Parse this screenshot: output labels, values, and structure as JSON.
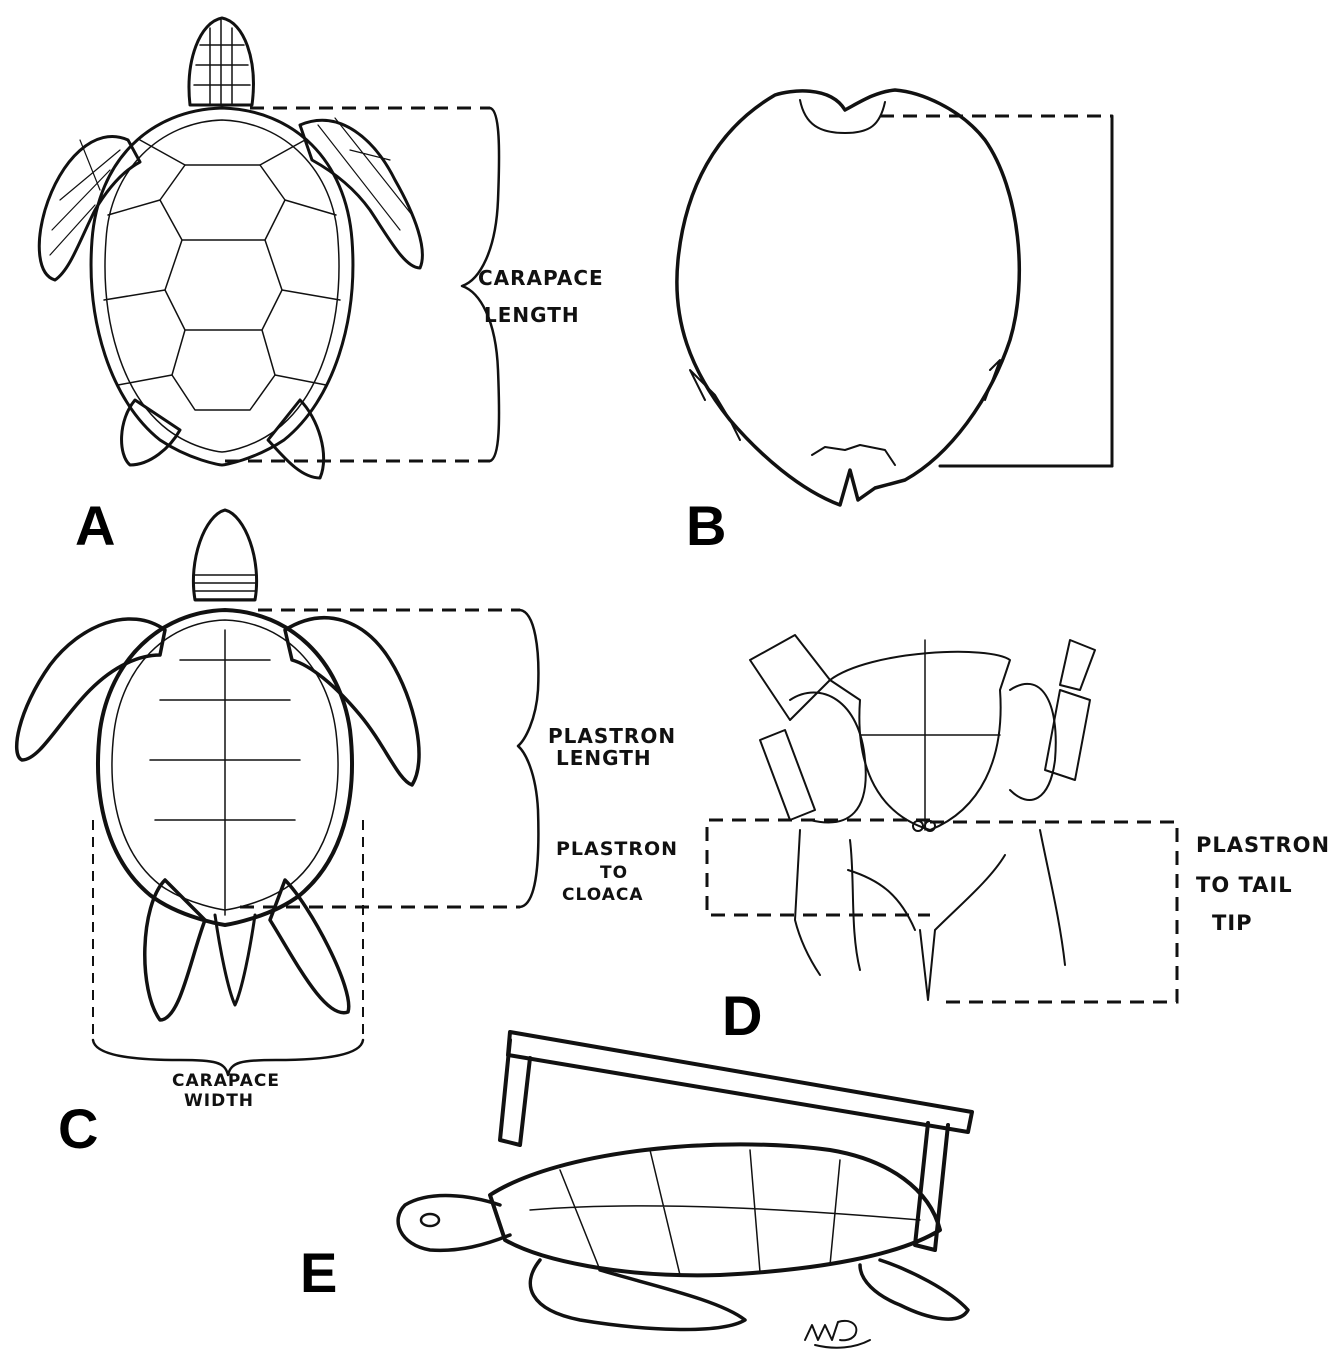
{
  "panels": {
    "a": {
      "letter": "A",
      "label_line1": "CARAPACE",
      "label_line2": "LENGTH"
    },
    "b": {
      "letter": "B"
    },
    "c": {
      "letter": "C",
      "label_plastron_line1": "PLASTRON",
      "label_plastron_line2": "LENGTH",
      "label_width_line1": "CARAPACE",
      "label_width_line2": "WIDTH"
    },
    "d": {
      "letter": "D",
      "label_cloaca_line1": "PLASTRON",
      "label_cloaca_line2": "TO",
      "label_cloaca_line3": "CLOACA",
      "label_tail_line1": "PLASTRON",
      "label_tail_line2": "TO TAIL",
      "label_tail_line3": "TIP"
    },
    "e": {
      "letter": "E"
    }
  },
  "colors": {
    "ink": "#111111",
    "paper": "#ffffff"
  }
}
